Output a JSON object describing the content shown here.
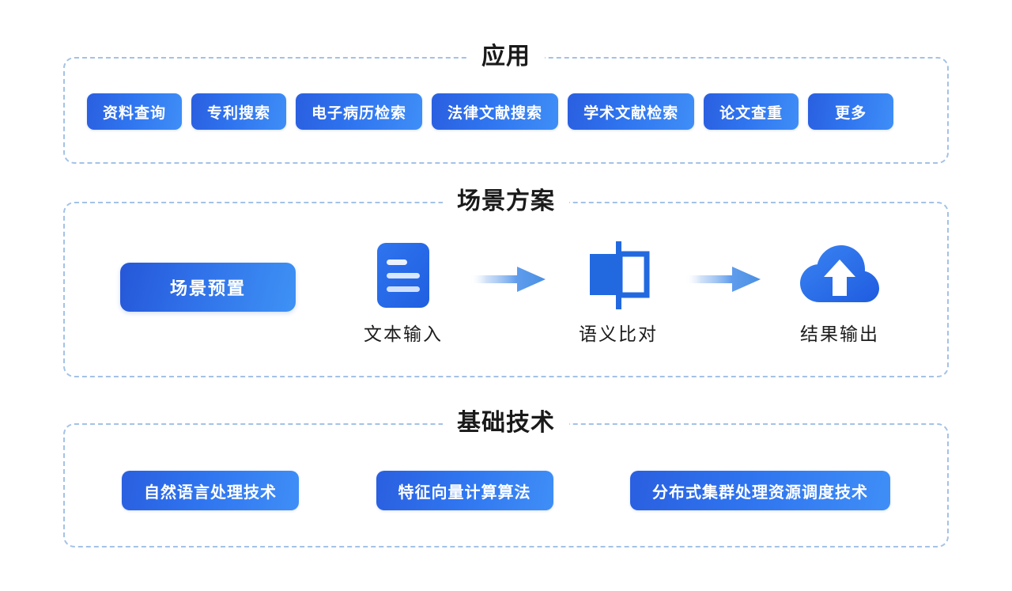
{
  "theme": {
    "accent_blue": "#2f74ef",
    "accent_blue_dark": "#2a5fe0",
    "accent_blue_light": "#3f8ef7",
    "dashed_border": "#a4c2e6",
    "title_color": "#1a1a1a",
    "label_color": "#1c1c1c",
    "background": "#ffffff"
  },
  "sections": {
    "application": {
      "title": "应用",
      "buttons": [
        {
          "label": "资料查询"
        },
        {
          "label": "专利搜索"
        },
        {
          "label": "电子病历检索"
        },
        {
          "label": "法律文献搜索"
        },
        {
          "label": "学术文献检索"
        },
        {
          "label": "论文查重"
        },
        {
          "label": "更多"
        }
      ]
    },
    "scenario": {
      "title": "场景方案",
      "preset_button": {
        "label": "场景预置"
      },
      "steps": [
        {
          "label": "文本输入",
          "icon": "document-lines-icon"
        },
        {
          "label": "语义比对",
          "icon": "compare-squares-icon"
        },
        {
          "label": "结果输出",
          "icon": "cloud-upload-icon"
        }
      ],
      "arrows": [
        {
          "icon": "arrow-right-icon"
        },
        {
          "icon": "arrow-right-icon"
        }
      ]
    },
    "foundation": {
      "title": "基础技术",
      "buttons": [
        {
          "label": "自然语言处理技术"
        },
        {
          "label": "特征向量计算算法"
        },
        {
          "label": "分布式集群处理资源调度技术"
        }
      ]
    }
  }
}
